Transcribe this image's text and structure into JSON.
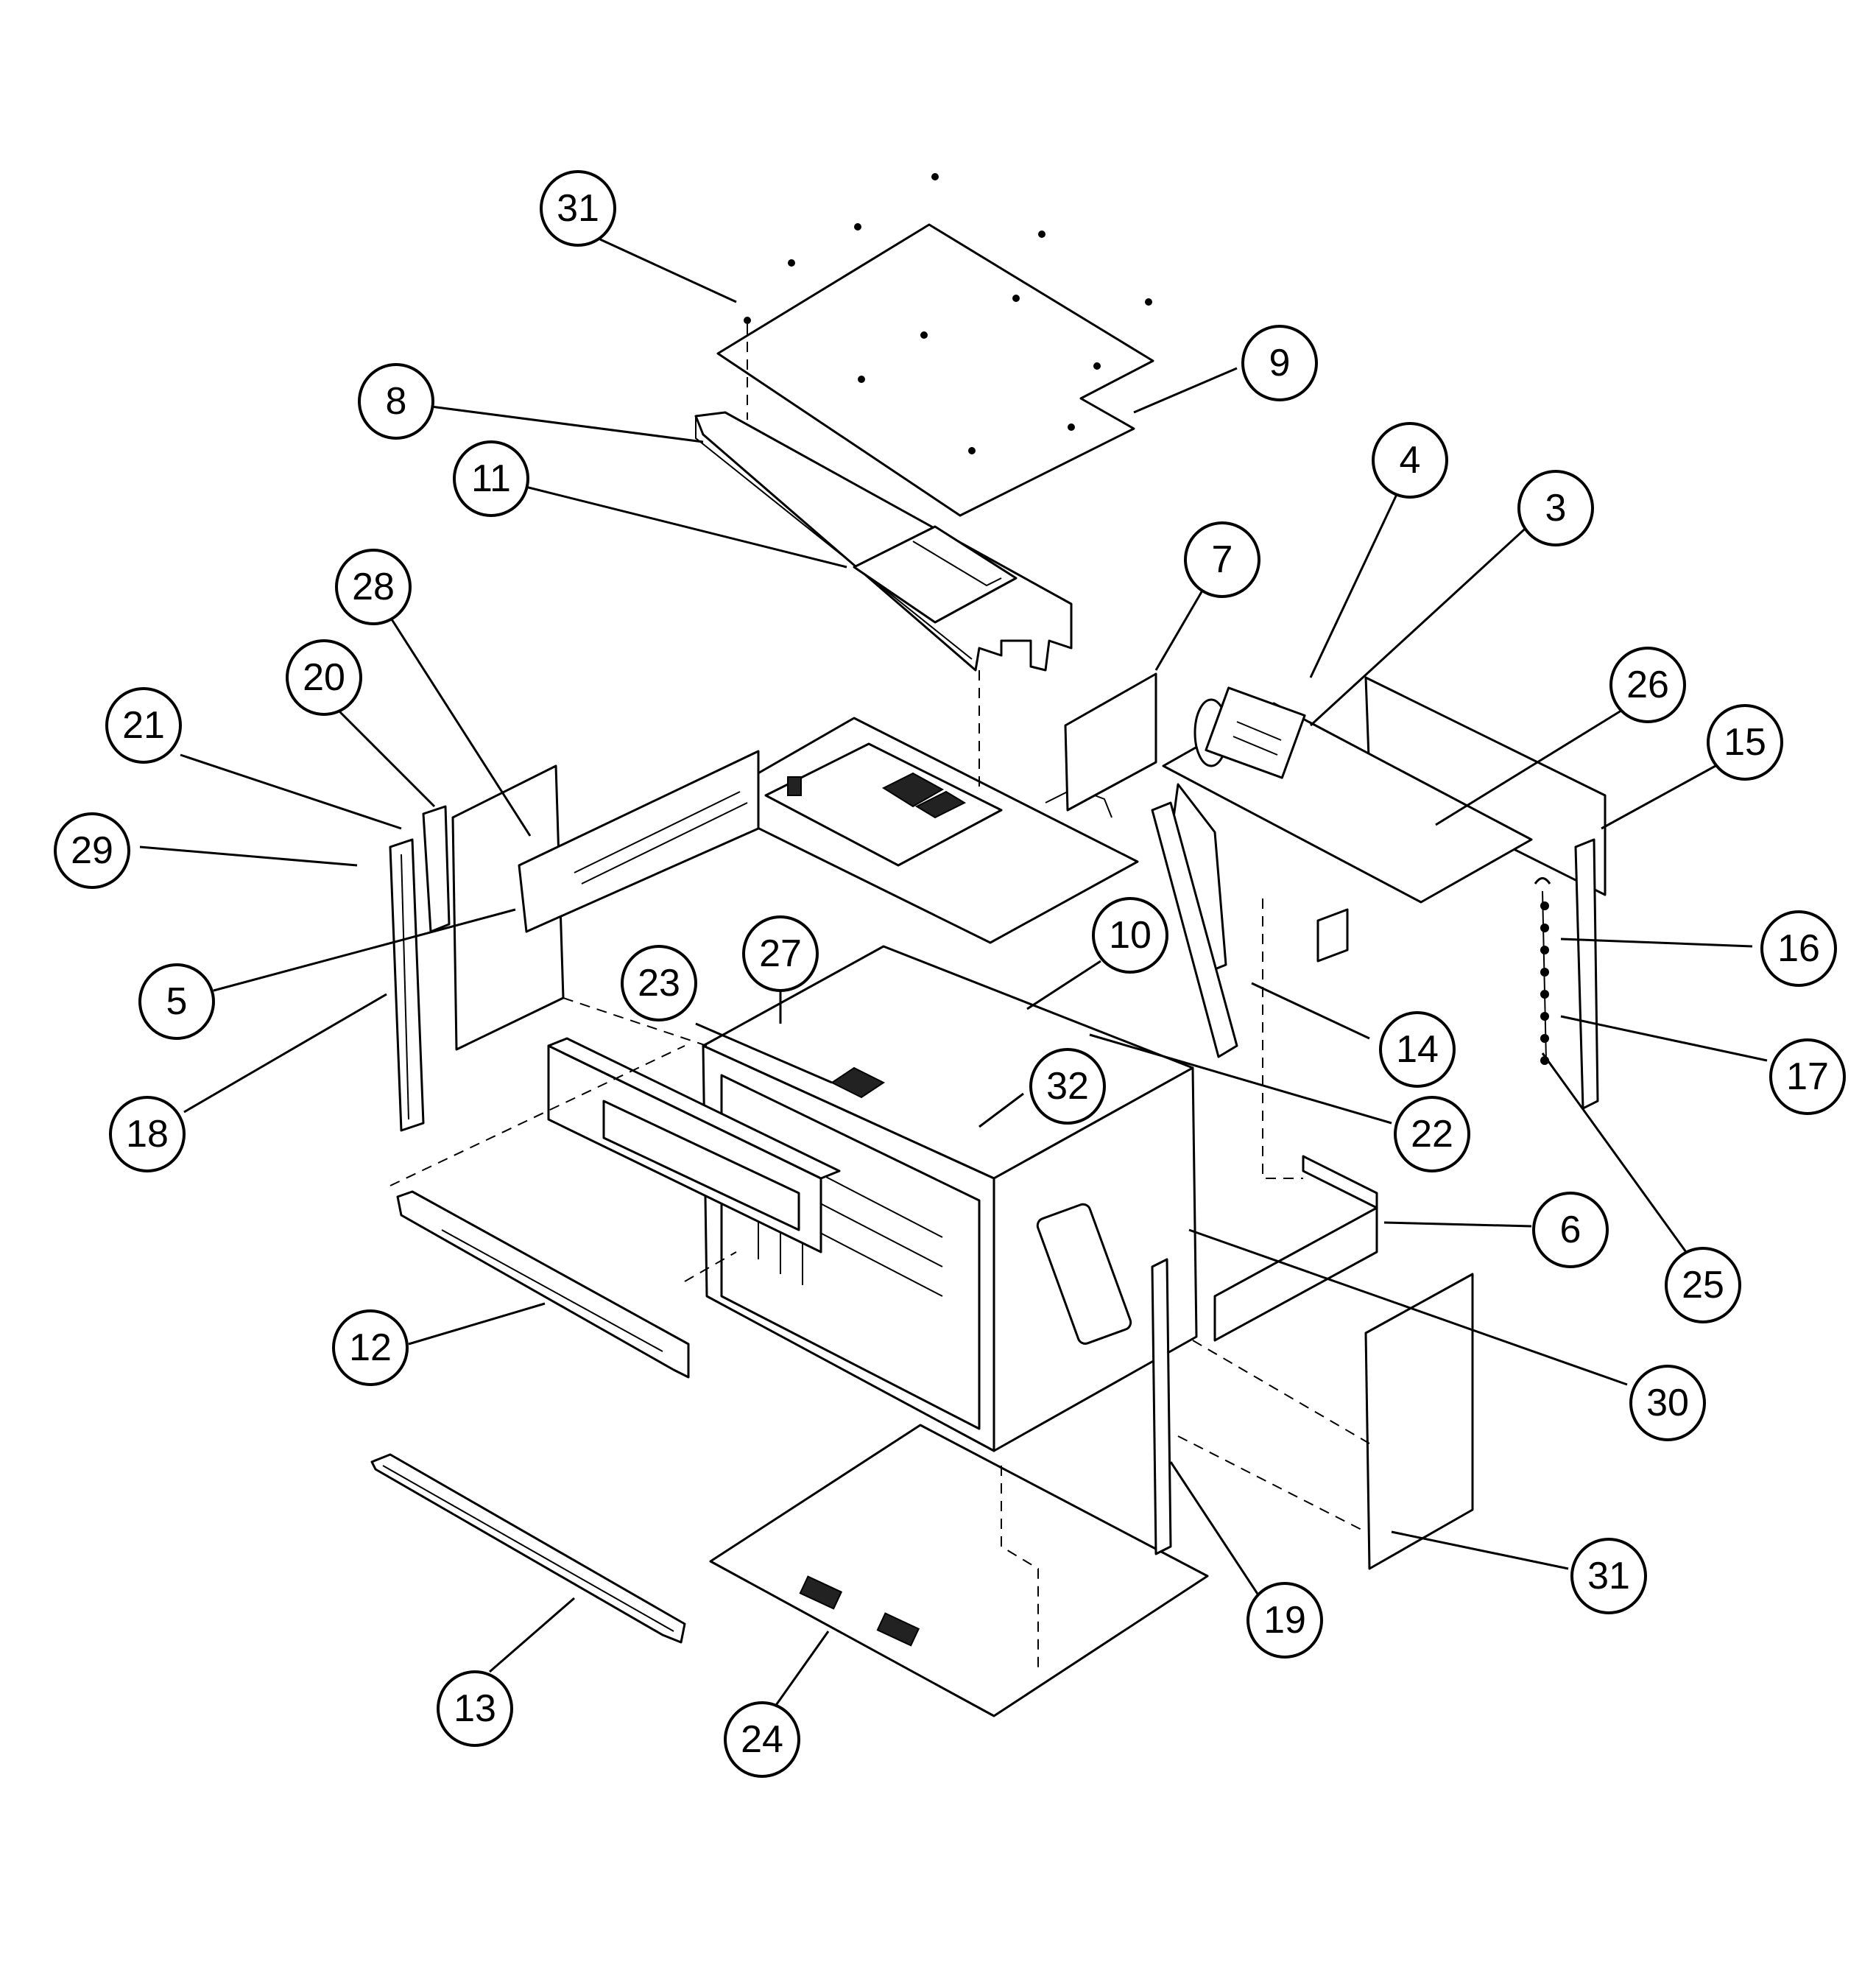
{
  "callouts": [
    {
      "id": "c31a",
      "label": "31"
    },
    {
      "id": "c9",
      "label": "9"
    },
    {
      "id": "c8",
      "label": "8"
    },
    {
      "id": "c11",
      "label": "11"
    },
    {
      "id": "c4",
      "label": "4"
    },
    {
      "id": "c3",
      "label": "3"
    },
    {
      "id": "c7",
      "label": "7"
    },
    {
      "id": "c28",
      "label": "28"
    },
    {
      "id": "c20",
      "label": "20"
    },
    {
      "id": "c26",
      "label": "26"
    },
    {
      "id": "c15",
      "label": "15"
    },
    {
      "id": "c21",
      "label": "21"
    },
    {
      "id": "c29",
      "label": "29"
    },
    {
      "id": "c27",
      "label": "27"
    },
    {
      "id": "c10",
      "label": "10"
    },
    {
      "id": "c16",
      "label": "16"
    },
    {
      "id": "c23",
      "label": "23"
    },
    {
      "id": "c5",
      "label": "5"
    },
    {
      "id": "c14",
      "label": "14"
    },
    {
      "id": "c17",
      "label": "17"
    },
    {
      "id": "c32",
      "label": "32"
    },
    {
      "id": "c22",
      "label": "22"
    },
    {
      "id": "c18",
      "label": "18"
    },
    {
      "id": "c6",
      "label": "6"
    },
    {
      "id": "c25",
      "label": "25"
    },
    {
      "id": "c12",
      "label": "12"
    },
    {
      "id": "c30",
      "label": "30"
    },
    {
      "id": "c31b",
      "label": "31"
    },
    {
      "id": "c19",
      "label": "19"
    },
    {
      "id": "c13",
      "label": "13"
    },
    {
      "id": "c24",
      "label": "24"
    }
  ]
}
